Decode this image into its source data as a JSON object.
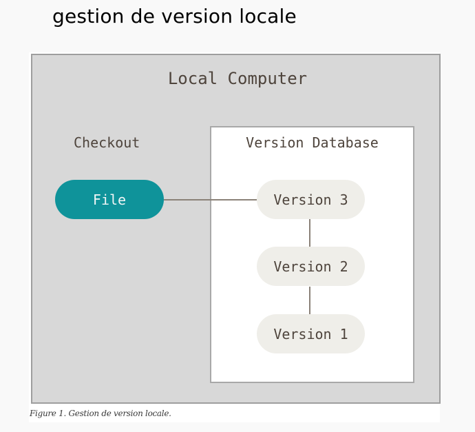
{
  "heading": "gestion de version locale",
  "diagram": {
    "outer_box_title": "Local Computer",
    "checkout_label": "Checkout",
    "file_node": "File",
    "database_title": "Version Database",
    "versions": [
      "Version 3",
      "Version 2",
      "Version 1"
    ],
    "colors": {
      "file_node": "#0f939a",
      "version_node": "#efeee9",
      "outer_box": "#d8d8d8",
      "text": "#4e443c"
    }
  },
  "caption": "Figure 1. Gestion de version locale."
}
